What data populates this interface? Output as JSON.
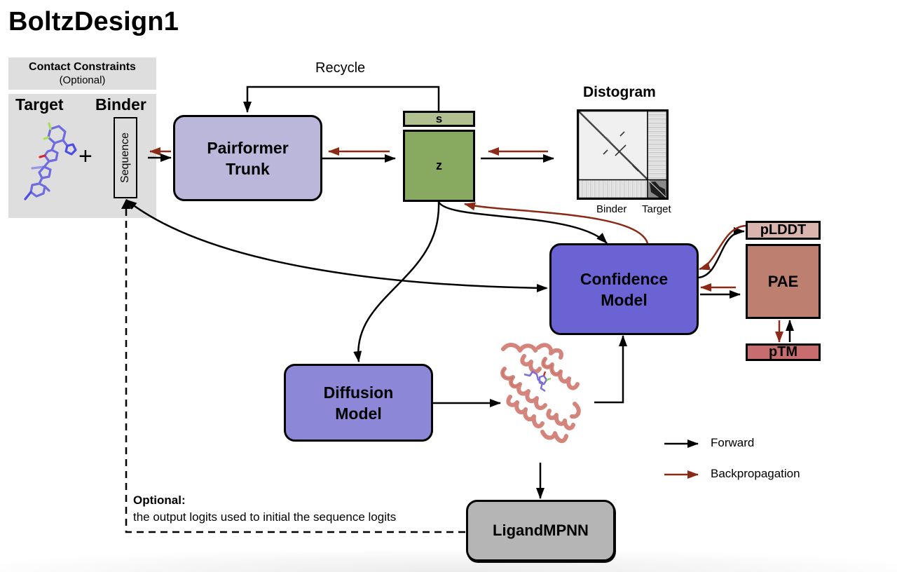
{
  "title": "BoltzDesign1",
  "inputs": {
    "contact_constraints": {
      "title": "Contact Constraints",
      "subtitle": "(Optional)"
    },
    "target_label": "Target",
    "binder_label": "Binder",
    "plus_symbol": "+",
    "sequence_label": "Sequence"
  },
  "modules": {
    "pairformer": {
      "line1": "Pairformer",
      "line2": "Trunk"
    },
    "confidence": {
      "line1": "Confidence",
      "line2": "Model"
    },
    "diffusion": {
      "line1": "Diffusion",
      "line2": "Model"
    },
    "ligandmpnn": "LigandMPNN"
  },
  "representations": {
    "s": "s",
    "z": "z"
  },
  "recycle_label": "Recycle",
  "distogram": {
    "title": "Distogram",
    "axis_labels": [
      "Binder",
      "Target"
    ]
  },
  "outputs": {
    "plddt": "pLDDT",
    "pae": "PAE",
    "ptm": "pTM"
  },
  "optional_note": {
    "title": "Optional:",
    "text": "the output logits used to initial the sequence logits"
  },
  "legend": {
    "items": [
      {
        "label": "Forward",
        "color": "#000000"
      },
      {
        "label": "Backpropagation",
        "color": "#8b2a16"
      }
    ]
  },
  "colors": {
    "forward": "#000000",
    "backprop": "#8b2a16",
    "pairformer": "#bab7db",
    "confidence": "#6b62d3",
    "diffusion": "#8d87d7",
    "ligandmpnn": "#b5b5b5",
    "s_block": "#b1c091",
    "z_block": "#87a960",
    "plddt": "#d9b5ad",
    "pae": "#bd7f6f",
    "ptm": "#c86d6f",
    "protein": "#d98a80",
    "ligand": "#7b6fd6"
  }
}
